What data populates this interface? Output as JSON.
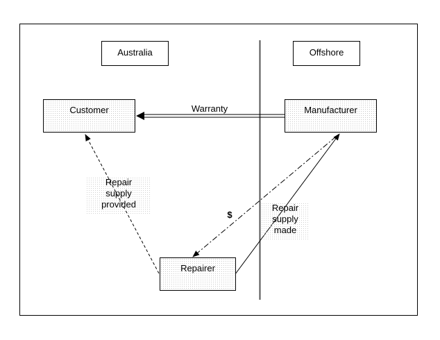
{
  "regions": {
    "left": "Australia",
    "right": "Offshore"
  },
  "nodes": {
    "customer": "Customer",
    "manufacturer": "Manufacturer",
    "repairer": "Repairer"
  },
  "edges": {
    "warranty": "Warranty",
    "repair_provided": "Repair\nsupply\nprovided",
    "payment": "$",
    "repair_made": "Repair\nsupply\nmade"
  }
}
